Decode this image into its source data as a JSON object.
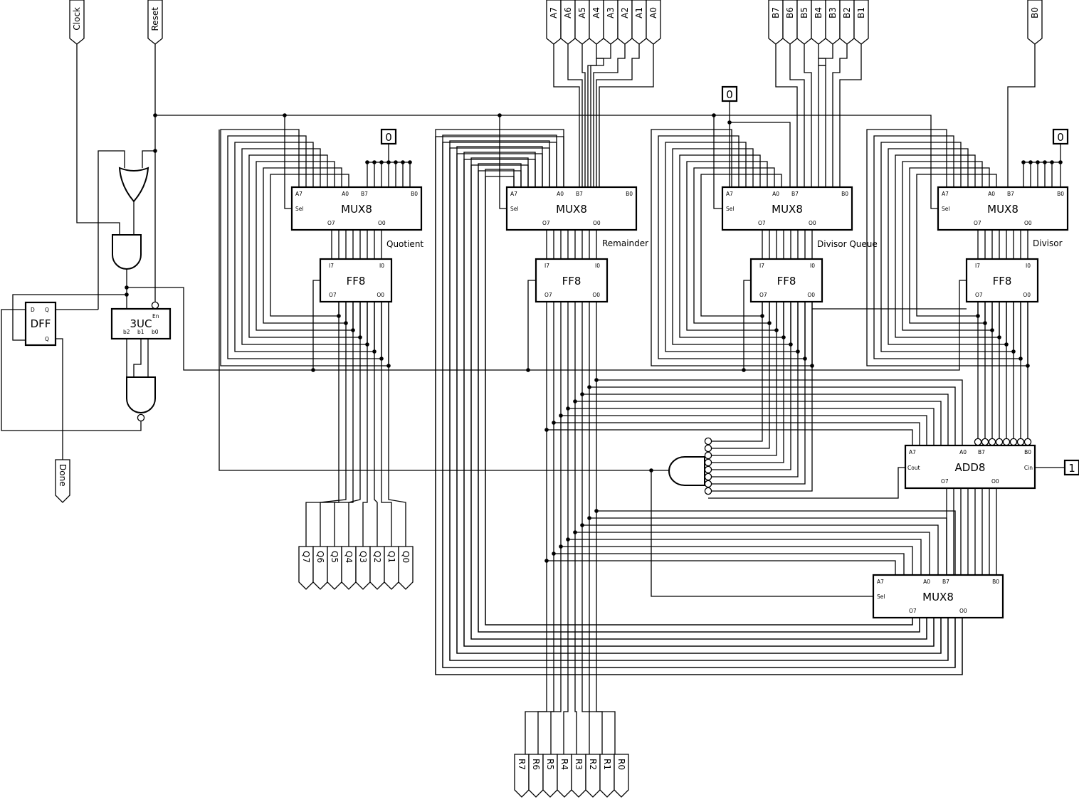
{
  "inputs": {
    "clock": "Clock",
    "reset": "Reset",
    "a_bits": [
      "A7",
      "A6",
      "A5",
      "A4",
      "A3",
      "A2",
      "A1",
      "A0"
    ],
    "b_bits": [
      "B7",
      "B6",
      "B5",
      "B4",
      "B3",
      "B2",
      "B1"
    ],
    "b0": "B0"
  },
  "outputs": {
    "done": "Done",
    "q_bits": [
      "Q7",
      "Q6",
      "Q5",
      "Q4",
      "Q3",
      "Q2",
      "Q1",
      "Q0"
    ],
    "r_bits": [
      "R7",
      "R6",
      "R5",
      "R4",
      "R3",
      "R2",
      "R1",
      "R0"
    ]
  },
  "constants": {
    "zero": "0",
    "one": "1"
  },
  "register_labels": [
    "Quotient",
    "Remainder",
    "Divisor Queue",
    "Divisor"
  ],
  "components": {
    "mux_title": "MUX8",
    "ff_title": "FF8",
    "add_title": "ADD8",
    "dff_title": "DFF",
    "counter_title": "3UC",
    "pins": {
      "a7": "A7",
      "a0": "A0",
      "b7": "B7",
      "b0": "B0",
      "sel": "Sel",
      "o7": "O7",
      "o0": "O0",
      "i7": "I7",
      "i0": "I0",
      "cout": "Cout",
      "cin": "Cin",
      "d": "D",
      "q": "Q",
      "qbar": "Q",
      "en": "En",
      "b2": "b2",
      "b1": "b1",
      "cb0": "b0"
    }
  }
}
